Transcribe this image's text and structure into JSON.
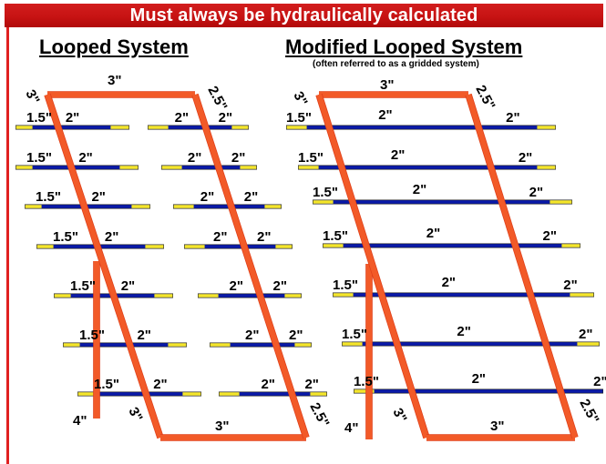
{
  "banner": {
    "title": "Must always be hydraulically calculated"
  },
  "left_system": {
    "title": "Looped System",
    "main_labels": [
      "3\"",
      "3\"",
      "2.5\"",
      "3\"",
      "3\"",
      "2.5\"",
      "4\""
    ],
    "branches": [
      {
        "left": "1.5\"",
        "mid": "2\"",
        "right_left": "2\"",
        "right_mid": "2\""
      },
      {
        "left": "1.5\"",
        "mid": "2\"",
        "right_left": "2\"",
        "right_mid": "2\""
      },
      {
        "left": "1.5\"",
        "mid": "2\"",
        "right_left": "2\"",
        "right_mid": "2\""
      },
      {
        "left": "1.5\"",
        "mid": "2\"",
        "right_left": "2\"",
        "right_mid": "2\""
      },
      {
        "left": "1.5\"",
        "mid": "2\"",
        "right_left": "2\"",
        "right_mid": "2\""
      },
      {
        "left": "1.5\"",
        "mid": "2\"",
        "right_left": "2\"",
        "right_mid": "2\""
      },
      {
        "left": "1.5\"",
        "mid": "2\"",
        "right_left": "2\"",
        "right_mid": "2\""
      }
    ]
  },
  "right_system": {
    "title": "Modified Looped System",
    "subtitle": "(often referred to as a gridded system)",
    "main_labels": [
      "3\"",
      "3\"",
      "2.5\"",
      "3\"",
      "3\"",
      "2.5\"",
      "4\""
    ],
    "branches": [
      {
        "left": "1.5\"",
        "mid": "2\"",
        "right": "2\""
      },
      {
        "left": "1.5\"",
        "mid": "2\"",
        "right": "2\""
      },
      {
        "left": "1.5\"",
        "mid": "2\"",
        "right": "2\""
      },
      {
        "left": "1.5\"",
        "mid": "2\"",
        "right": "2\""
      },
      {
        "left": "1.5\"",
        "mid": "2\"",
        "right": "2\""
      },
      {
        "left": "1.5\"",
        "mid": "2\"",
        "right": "2\""
      },
      {
        "left": "1.5\"",
        "mid": "2\"",
        "right": "2\""
      }
    ]
  },
  "colors": {
    "banner": "#c81414",
    "main_pipe": "#f25a28",
    "main_pipe_outline": "#e0401a",
    "branch_pipe": "#0a1aa8",
    "branch_end": "#f5e62a",
    "branch_outline": "#202020"
  }
}
